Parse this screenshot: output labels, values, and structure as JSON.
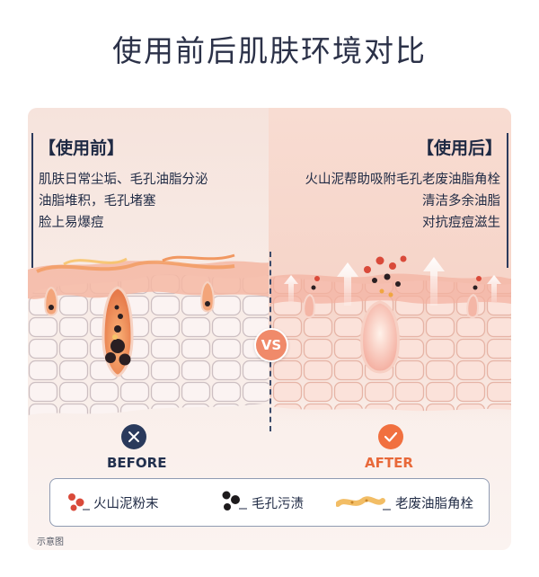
{
  "title": "使用前后肌肤环境对比",
  "before": {
    "heading": "【使用前】",
    "lines": [
      "肌肤日常尘垢、毛孔油脂分泌",
      "油脂堆积，毛孔堵塞",
      "脸上易爆痘"
    ],
    "label": "BEFORE"
  },
  "after": {
    "heading": "【使用后】",
    "lines": [
      "火山泥帮助吸附毛孔老废油脂角栓",
      "清洁多余油脂",
      "对抗痘痘滋生"
    ],
    "label": "AFTER"
  },
  "vs": "VS",
  "legend": [
    {
      "text": "火山泥粉末",
      "icon": "volcanic-mud-particles-icon"
    },
    {
      "text": "毛孔污渍",
      "icon": "pore-dirt-icon"
    },
    {
      "text": "老废油脂角栓",
      "icon": "oil-plug-icon"
    }
  ],
  "footnote": "示意图",
  "colors": {
    "navy": "#2a3a5c",
    "accent_orange": "#f1703f",
    "vs_pink": "#f08a6a"
  }
}
